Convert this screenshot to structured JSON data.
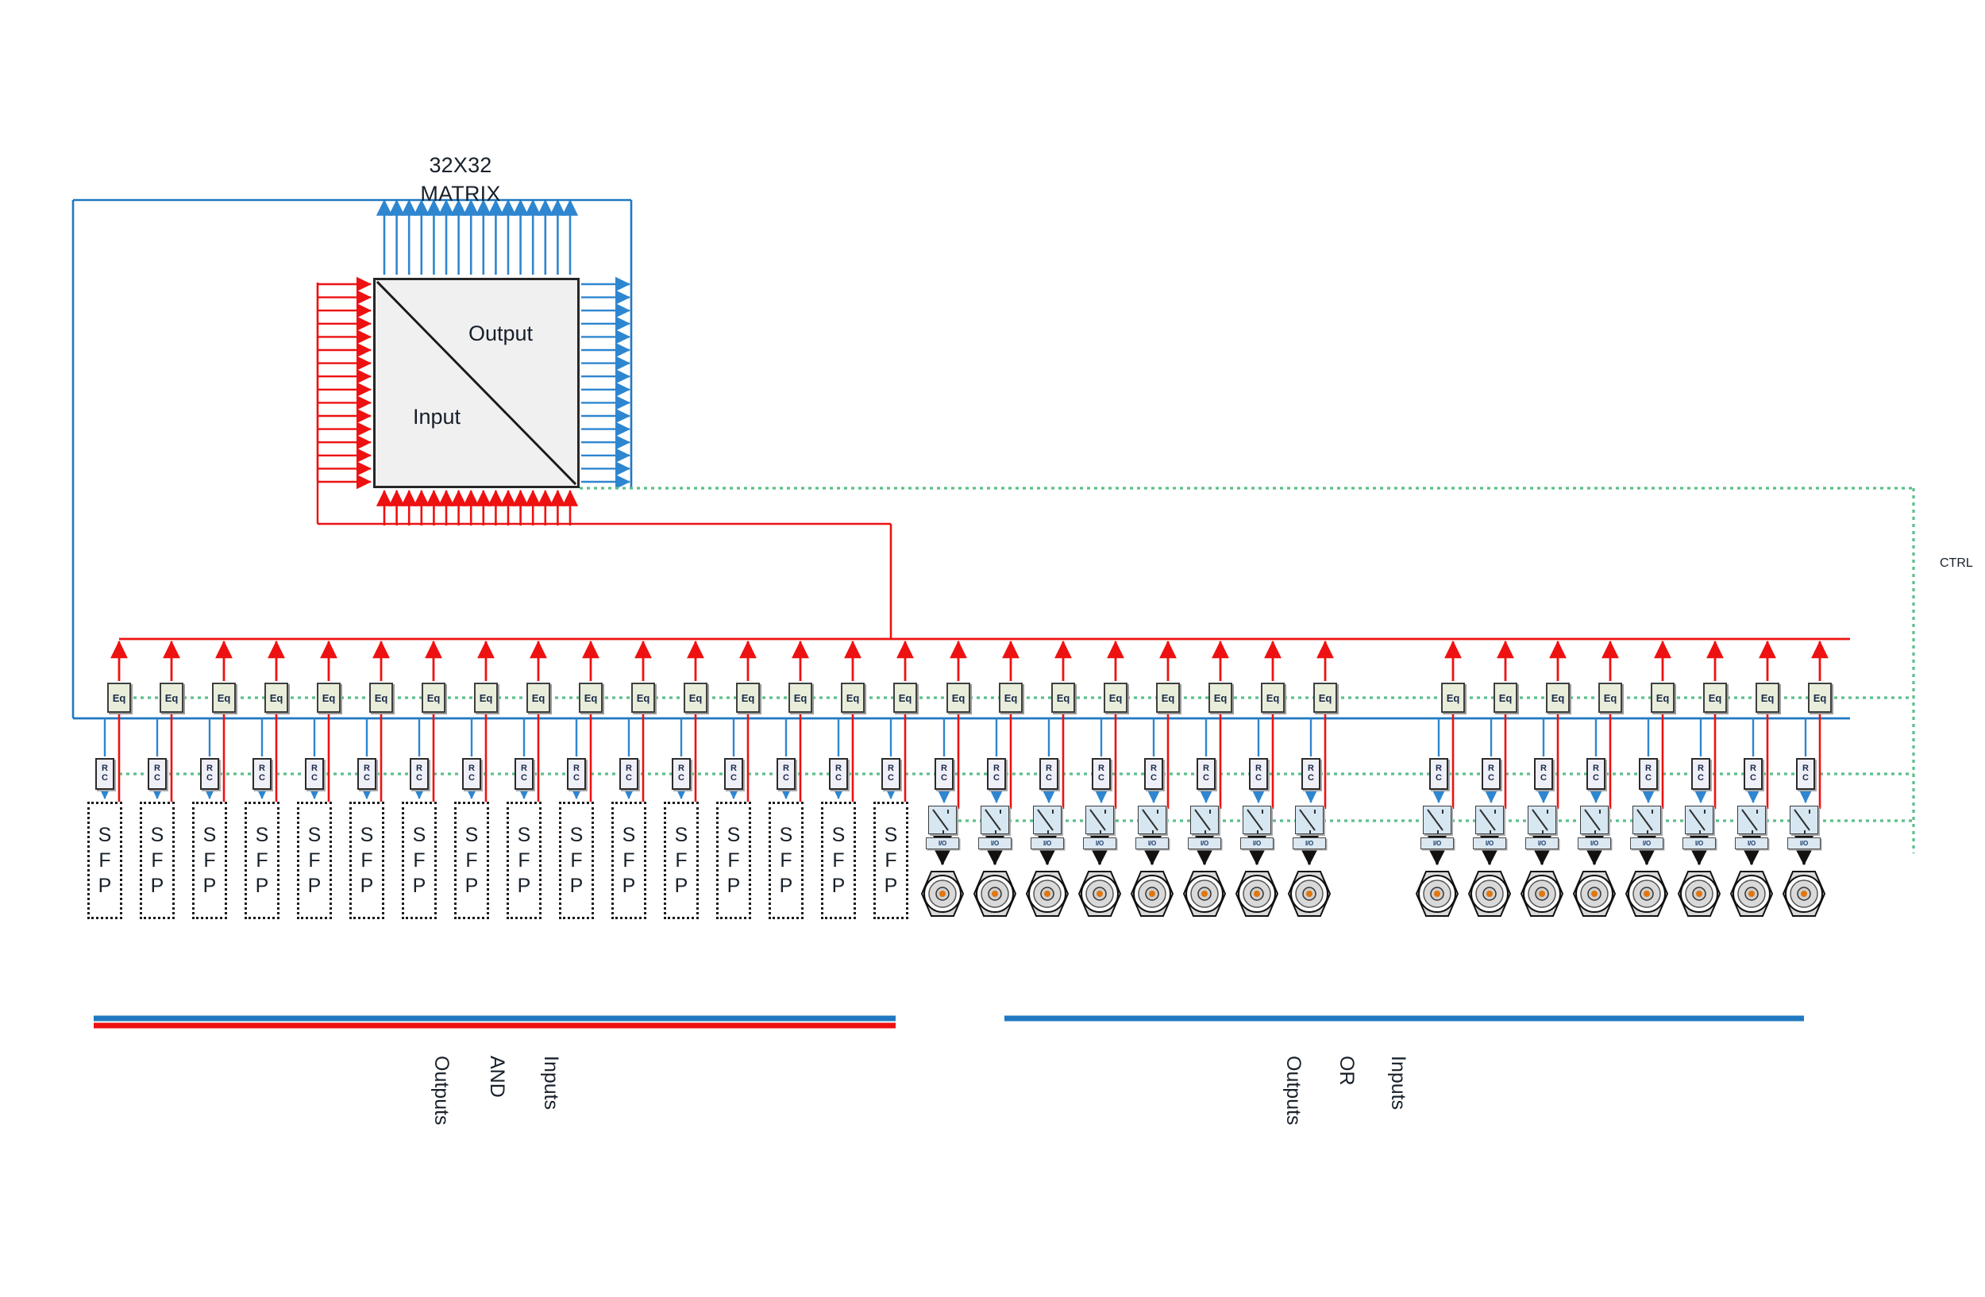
{
  "diagram": {
    "title_line1": "32X32",
    "title_line2": "MATRIX",
    "matrix": {
      "output_label": "Output",
      "input_label": "Input",
      "size": "32X32",
      "top_arrows": 16,
      "bottom_arrows": 16,
      "left_arrows": 16,
      "right_arrows": 16
    },
    "ctrl_label": "CTRL",
    "eq_label": "Eq",
    "rc_label_line1": "R",
    "rc_label_line2": "C",
    "sfp_label_line1": "S",
    "sfp_label_line2": "F",
    "sfp_label_line3": "P",
    "io_label": "I/O",
    "counts": {
      "eq_blocks": 32,
      "rc_blocks": 32,
      "sfp_blocks": 16,
      "bnc_blocks": 16,
      "switch_blocks": 16,
      "groups": 4,
      "per_group": 8
    },
    "group_labels": {
      "left": {
        "inputs": "Inputs",
        "op": "AND",
        "outputs": "Outputs"
      },
      "right": {
        "inputs": "Inputs",
        "op": "OR",
        "outputs": "Outputs"
      }
    },
    "colors": {
      "red_bus": "#ee1111",
      "blue_bus": "#1f78c1",
      "blue_arrow": "#2e86d0",
      "green_ctrl": "#5cbf8a",
      "matrix_fill": "#f0f0f0",
      "matrix_stroke": "#262626",
      "eq_fill": "#e9eedb",
      "rc_fill": "#efeff7",
      "switch_fill": "#d6e7f2",
      "bnc_pin": "#e2760f"
    },
    "legend_bars": {
      "left_blue": true,
      "left_red": true,
      "right_blue": true
    }
  }
}
